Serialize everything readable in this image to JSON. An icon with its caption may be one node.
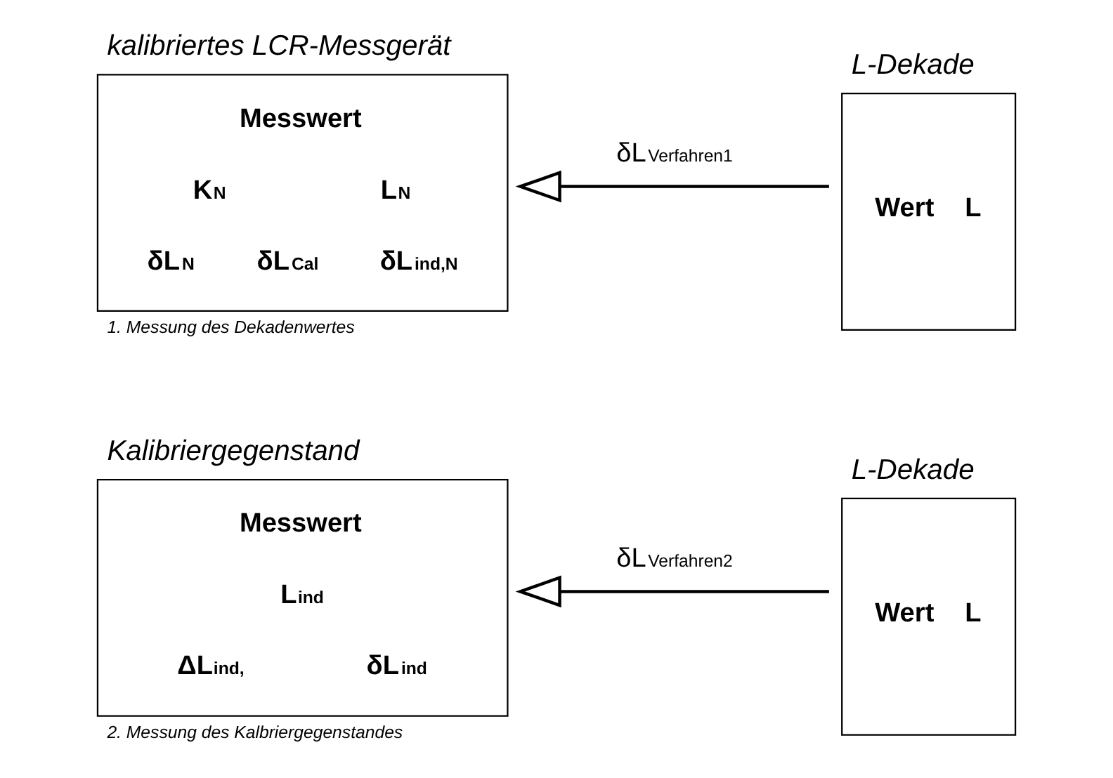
{
  "diagram": {
    "nodes": [
      {
        "text": [
          "kalibriertes LCR-Messgerät",
          "Messwert",
          "K$_{N}$ L$_{N}$",
          "δL$_{N}$   δL$_{Cal}$   δL$_{ind,N}$"
        ],
        "beside": [
          "1. Messung des Dekadenwertes"
        ]
      },
      {
        "text": [
          "L-Dekade",
          "Wert L"
        ]
      },
      {
        "text": [
          "Kalibriergegenstand",
          "Messwert",
          "L$_{ind}$",
          "ΔL$_{ind,}$ δL$_{ind}$"
        ],
        "beside": [
          "2. Messung des Kalbriergegenstandes"
        ]
      },
      {
        "text": [
          "L-Dekade",
          "Wert L"
        ]
      }
    ],
    "edges": [
      {
        "from": 1,
        "to": 0,
        "arrow": "to",
        "label": "δL$_{Verfahren1}$"
      },
      {
        "from": 3,
        "to": 2,
        "arrow": "to",
        "label": "δL$_{Verfahren2}$"
      }
    ]
  }
}
